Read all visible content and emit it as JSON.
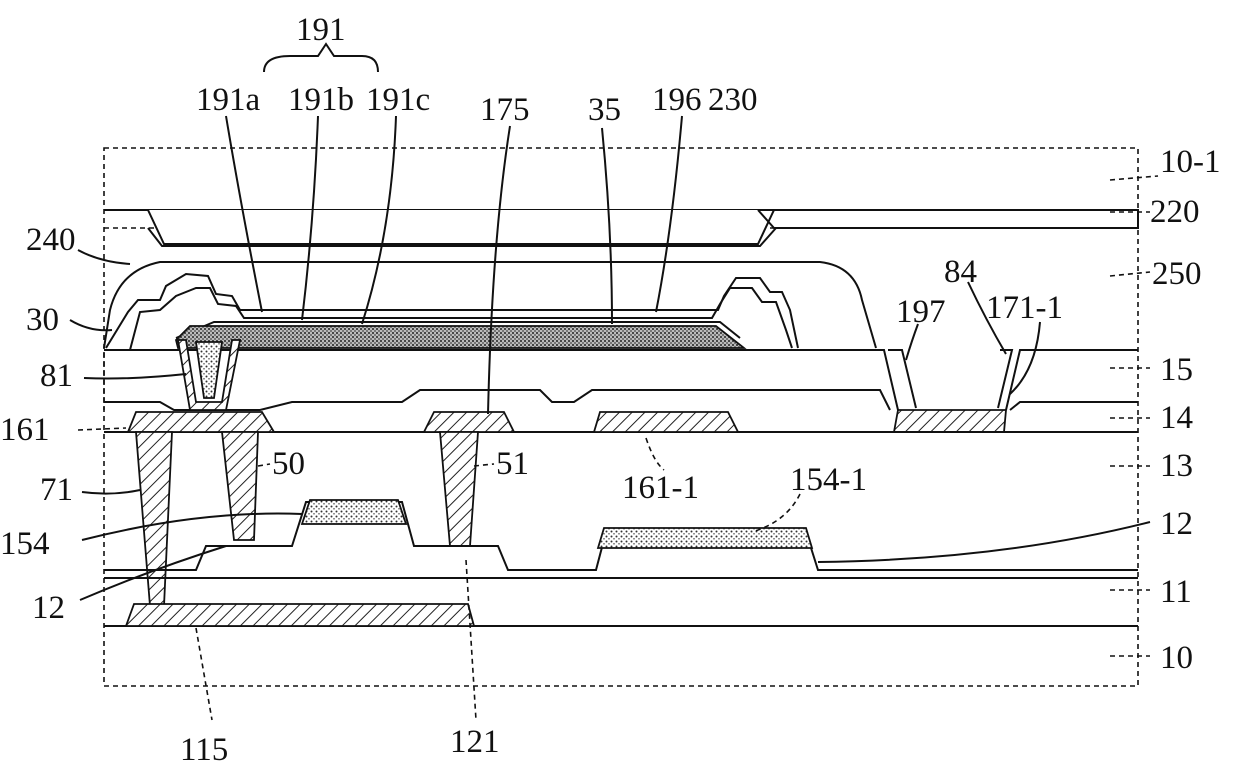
{
  "labels": {
    "l191": "191",
    "l191a": "191a",
    "l191b": "191b",
    "l191c": "191c",
    "l175": "175",
    "l35": "35",
    "l196": "196",
    "l230": "230",
    "l10_1": "10-1",
    "l220": "220",
    "l240": "240",
    "l250": "250",
    "l84": "84",
    "l171_1": "171-1",
    "l197": "197",
    "l30": "30",
    "l15": "15",
    "l81": "81",
    "l14": "14",
    "l161": "161",
    "l50": "50",
    "l51": "51",
    "l13": "13",
    "l161_1": "161-1",
    "l154_1": "154-1",
    "l71": "71",
    "l154": "154",
    "l12a": "12",
    "l12b": "12",
    "l11": "11",
    "l10": "10",
    "l115": "115",
    "l121": "121"
  }
}
